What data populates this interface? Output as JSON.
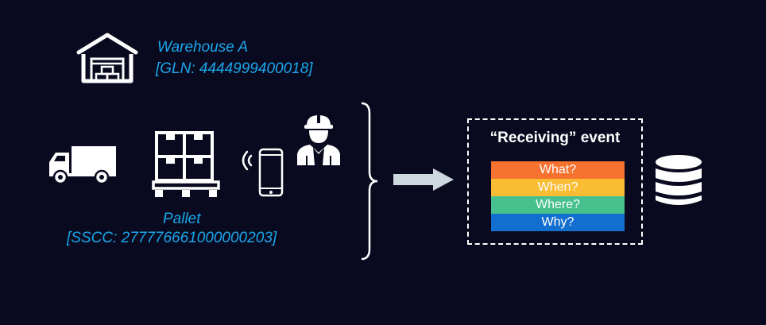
{
  "warehouse": {
    "name": "Warehouse A",
    "gln": "[GLN: 4444999400018]"
  },
  "pallet": {
    "name": "Pallet",
    "sscc": "[SSCC: 277776661000000203]"
  },
  "event": {
    "title": "“Receiving” event",
    "dimensions": [
      {
        "label": "What?",
        "color": "#f7722f"
      },
      {
        "label": "When?",
        "color": "#f9bc33"
      },
      {
        "label": "Where?",
        "color": "#46c08d"
      },
      {
        "label": "Why?",
        "color": "#126fd0"
      }
    ]
  },
  "colors": {
    "background": "#090a1f",
    "accent_text": "#1aa7ec",
    "arrow": "#cdd7de",
    "icon": "#ffffff"
  },
  "icons": [
    "warehouse-icon",
    "truck-icon",
    "pallet-icon",
    "wireless-signal-icon",
    "smartphone-icon",
    "worker-icon",
    "brace-icon",
    "arrow-right-icon",
    "database-icon"
  ]
}
